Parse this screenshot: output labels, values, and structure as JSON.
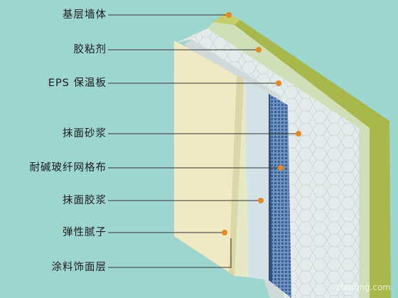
{
  "layers": [
    {
      "label": "基层墙体"
    },
    {
      "label": "胶粘剂"
    },
    {
      "label": "EPS 保温板"
    },
    {
      "label": "抹面砂浆"
    },
    {
      "label": "耐碱玻纤网格布"
    },
    {
      "label": "抹面胶浆"
    },
    {
      "label": "弹性腻子"
    },
    {
      "label": "涂料饰面层"
    }
  ],
  "watermark": "zhulong.com",
  "colors": {
    "background": "#9dd6cf",
    "wall": "#a8b84a",
    "eps": "#e3ecea",
    "mesh": "#5a7fb0",
    "finish": "#efeac4",
    "marker": "#e8891e"
  }
}
